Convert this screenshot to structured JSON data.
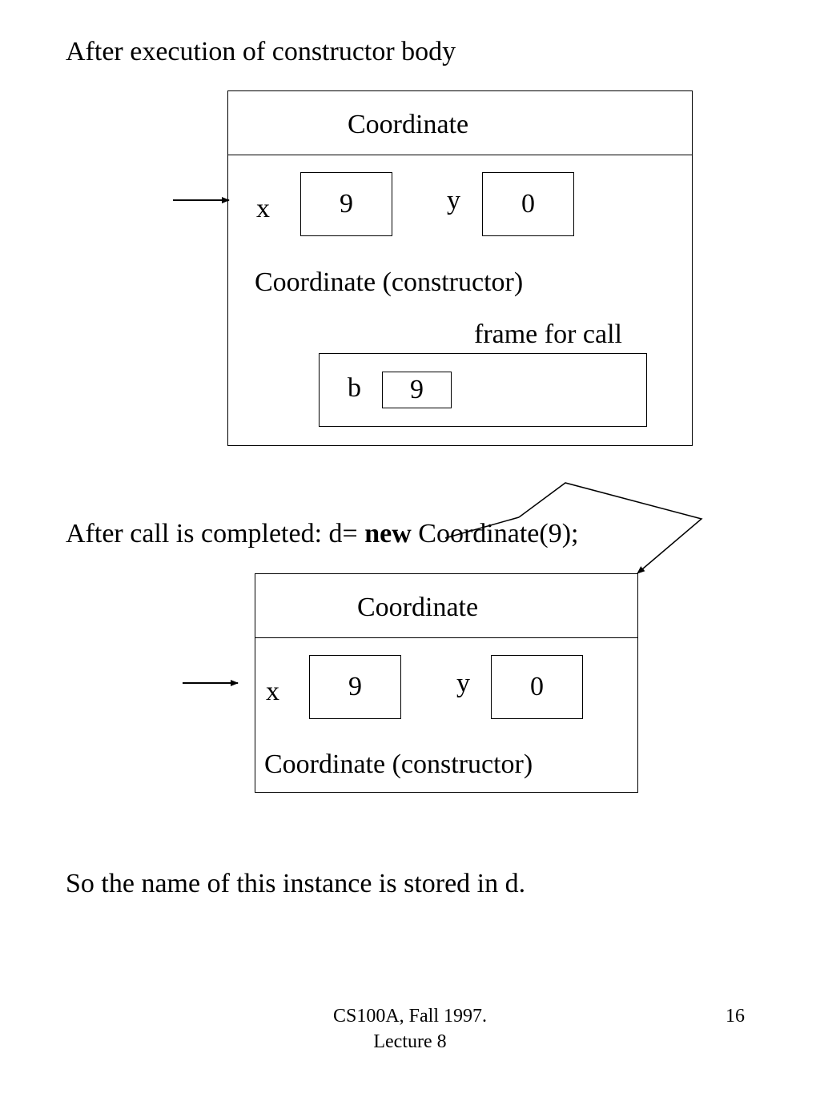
{
  "heading_top": "After execution of constructor body",
  "diagram1": {
    "class_name": "Coordinate",
    "x_label": "x",
    "x_value": "9",
    "y_label": "y",
    "y_value": "0",
    "constructor_label": "Coordinate (constructor)",
    "frame_caption": "frame for call",
    "param_label": "b",
    "param_value": "9"
  },
  "heading_mid": {
    "prefix": "After call is completed: d= ",
    "keyword": "new",
    "rest": " Coordinate(9);"
  },
  "diagram2": {
    "class_name": "Coordinate",
    "x_label": "x",
    "x_value": "9",
    "y_label": "y",
    "y_value": "0",
    "constructor_label": "Coordinate (constructor)"
  },
  "conclusion": "So the name of this instance is stored in d.",
  "footer": {
    "course_line1": "CS100A, Fall 1997.",
    "course_line2": "Lecture 8",
    "page_number": "16"
  }
}
